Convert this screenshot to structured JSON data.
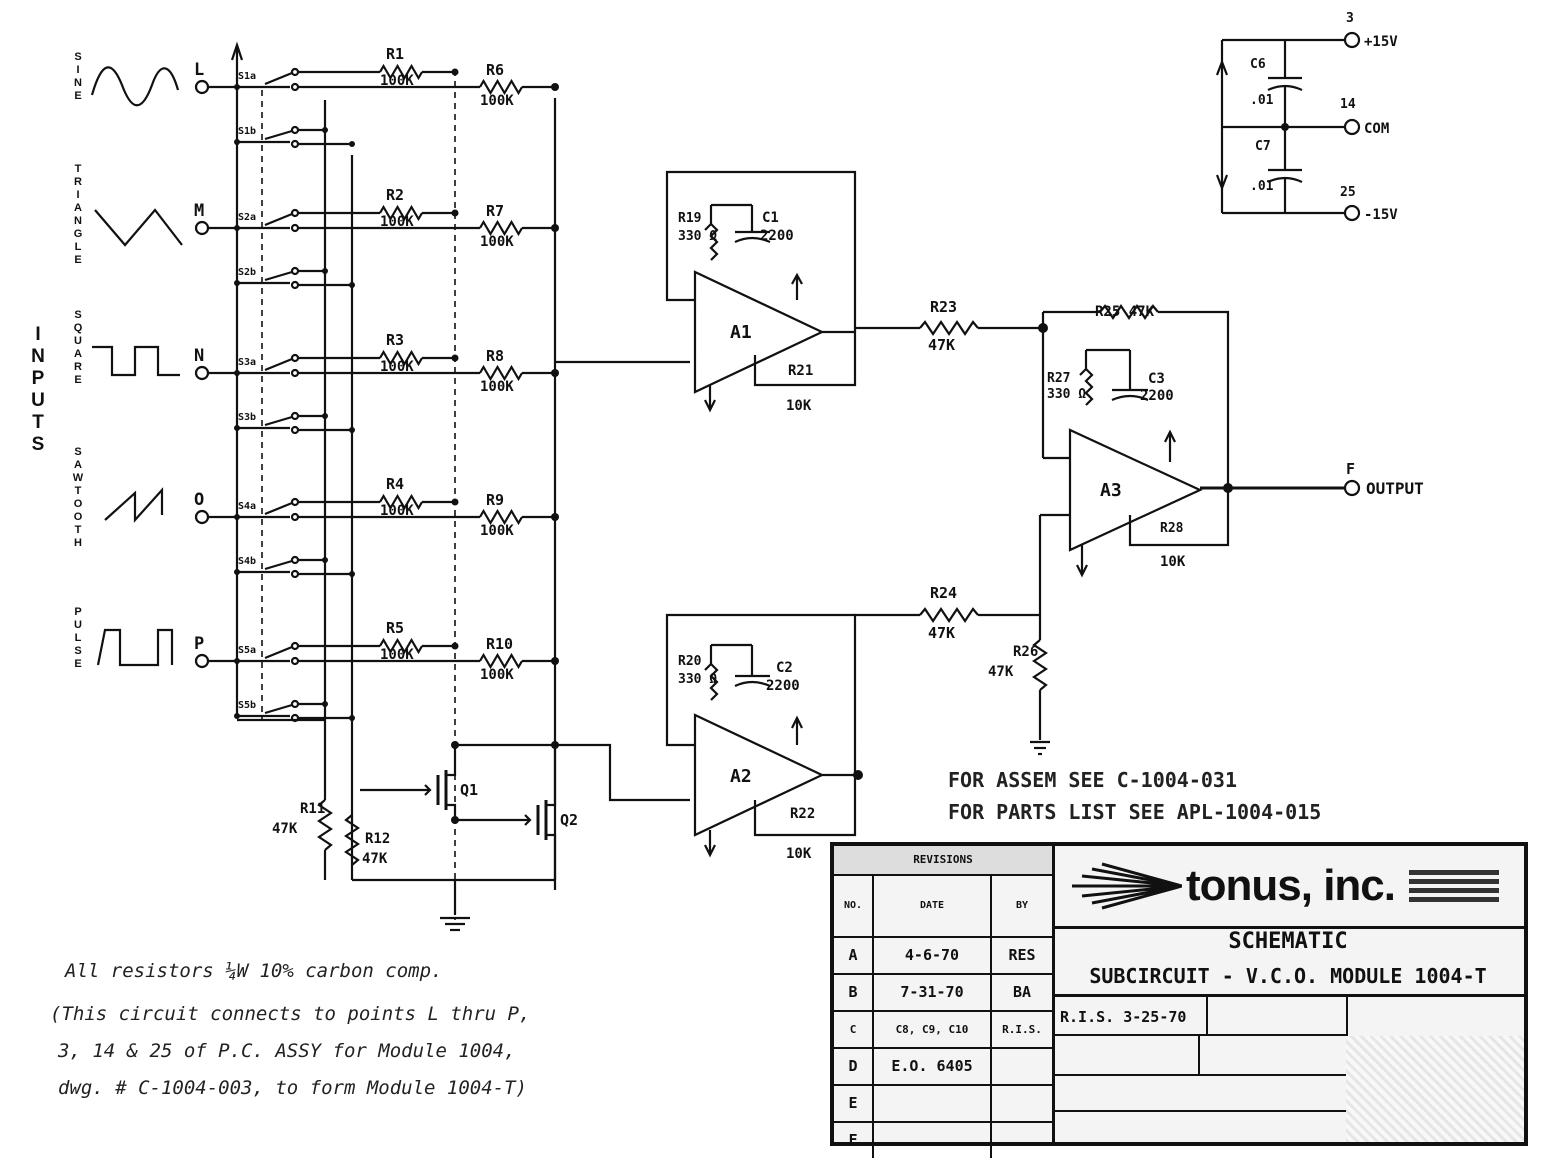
{
  "inputs_label": "INPUTS",
  "inputs": [
    {
      "name": "SINE",
      "pin": "L"
    },
    {
      "name": "TRIANGLE",
      "pin": "M"
    },
    {
      "name": "SQUARE",
      "pin": "N"
    },
    {
      "name": "SAWTOOTH",
      "pin": "O"
    },
    {
      "name": "PULSE",
      "pin": "P"
    }
  ],
  "switches": [
    "S1a",
    "S1b",
    "S2a",
    "S2b",
    "S3a",
    "S3b",
    "S4a",
    "S4b",
    "S5a",
    "S5b"
  ],
  "resistors": [
    {
      "ref": "R1",
      "value": "100K"
    },
    {
      "ref": "R6",
      "value": "100K"
    },
    {
      "ref": "R2",
      "value": "100K"
    },
    {
      "ref": "R7",
      "value": "100K"
    },
    {
      "ref": "R3",
      "value": "100K"
    },
    {
      "ref": "R8",
      "value": "100K"
    },
    {
      "ref": "R4",
      "value": "100K"
    },
    {
      "ref": "R9",
      "value": "100K"
    },
    {
      "ref": "R5",
      "value": "100K"
    },
    {
      "ref": "R10",
      "value": "100K"
    },
    {
      "ref": "R11",
      "value": "47K"
    },
    {
      "ref": "R12",
      "value": "47K"
    },
    {
      "ref": "R19",
      "value": "330 Ω"
    },
    {
      "ref": "R21",
      "value": "10K"
    },
    {
      "ref": "R20",
      "value": "330 Ω"
    },
    {
      "ref": "R22",
      "value": "10K"
    },
    {
      "ref": "R23",
      "value": "47K"
    },
    {
      "ref": "R24",
      "value": "47K"
    },
    {
      "ref": "R25",
      "value": "47K"
    },
    {
      "ref": "R26",
      "value": "47K"
    },
    {
      "ref": "R27",
      "value": "330 Ω"
    },
    {
      "ref": "R28",
      "value": "10K"
    }
  ],
  "capacitors": [
    {
      "ref": "C1",
      "value": "2200"
    },
    {
      "ref": "C2",
      "value": "2200"
    },
    {
      "ref": "C3",
      "value": "2200"
    },
    {
      "ref": "C6",
      "value": ".01"
    },
    {
      "ref": "C7",
      "value": ".01"
    }
  ],
  "opamps": [
    "A1",
    "A2",
    "A3"
  ],
  "transistors": [
    "Q1",
    "Q2"
  ],
  "power": [
    {
      "pin": "3",
      "label": "+15V"
    },
    {
      "pin": "14",
      "label": "COM"
    },
    {
      "pin": "25",
      "label": "-15V"
    }
  ],
  "output": {
    "pin": "F",
    "label": "OUTPUT"
  },
  "assembly_note": "FOR ASSEM SEE C-1004-031",
  "parts_note": "FOR PARTS LIST SEE APL-1004-015",
  "note_line1": "All resistors ¼W 10% carbon comp.",
  "note_line2": "(This circuit connects to points L thru P,",
  "note_line3": "3, 14 & 25 of P.C. ASSY for Module 1004,",
  "note_line4": "dwg. # C-1004-003, to form Module 1004-T)",
  "title_block": {
    "revisions_header": "REVISIONS",
    "col_no": "NO.",
    "col_date": "DATE",
    "col_by": "BY",
    "revisions": [
      {
        "no": "A",
        "date": "4-6-70",
        "by": "RES"
      },
      {
        "no": "B",
        "date": "7-31-70",
        "by": "BA"
      },
      {
        "no": "C",
        "date": "C8, C9, C10",
        "by": "R.I.S."
      },
      {
        "no": "D",
        "date": "E.O. 6405",
        "by": ""
      },
      {
        "no": "E",
        "date": "",
        "by": ""
      },
      {
        "no": "F",
        "date": "",
        "by": ""
      }
    ],
    "company": "tonus, inc.",
    "drawing_type": "SCHEMATIC",
    "drawing_title": "SUBCIRCUIT - V.C.O. MODULE 1004-T",
    "drawn_by": "R.I.S. 3-25-70"
  }
}
